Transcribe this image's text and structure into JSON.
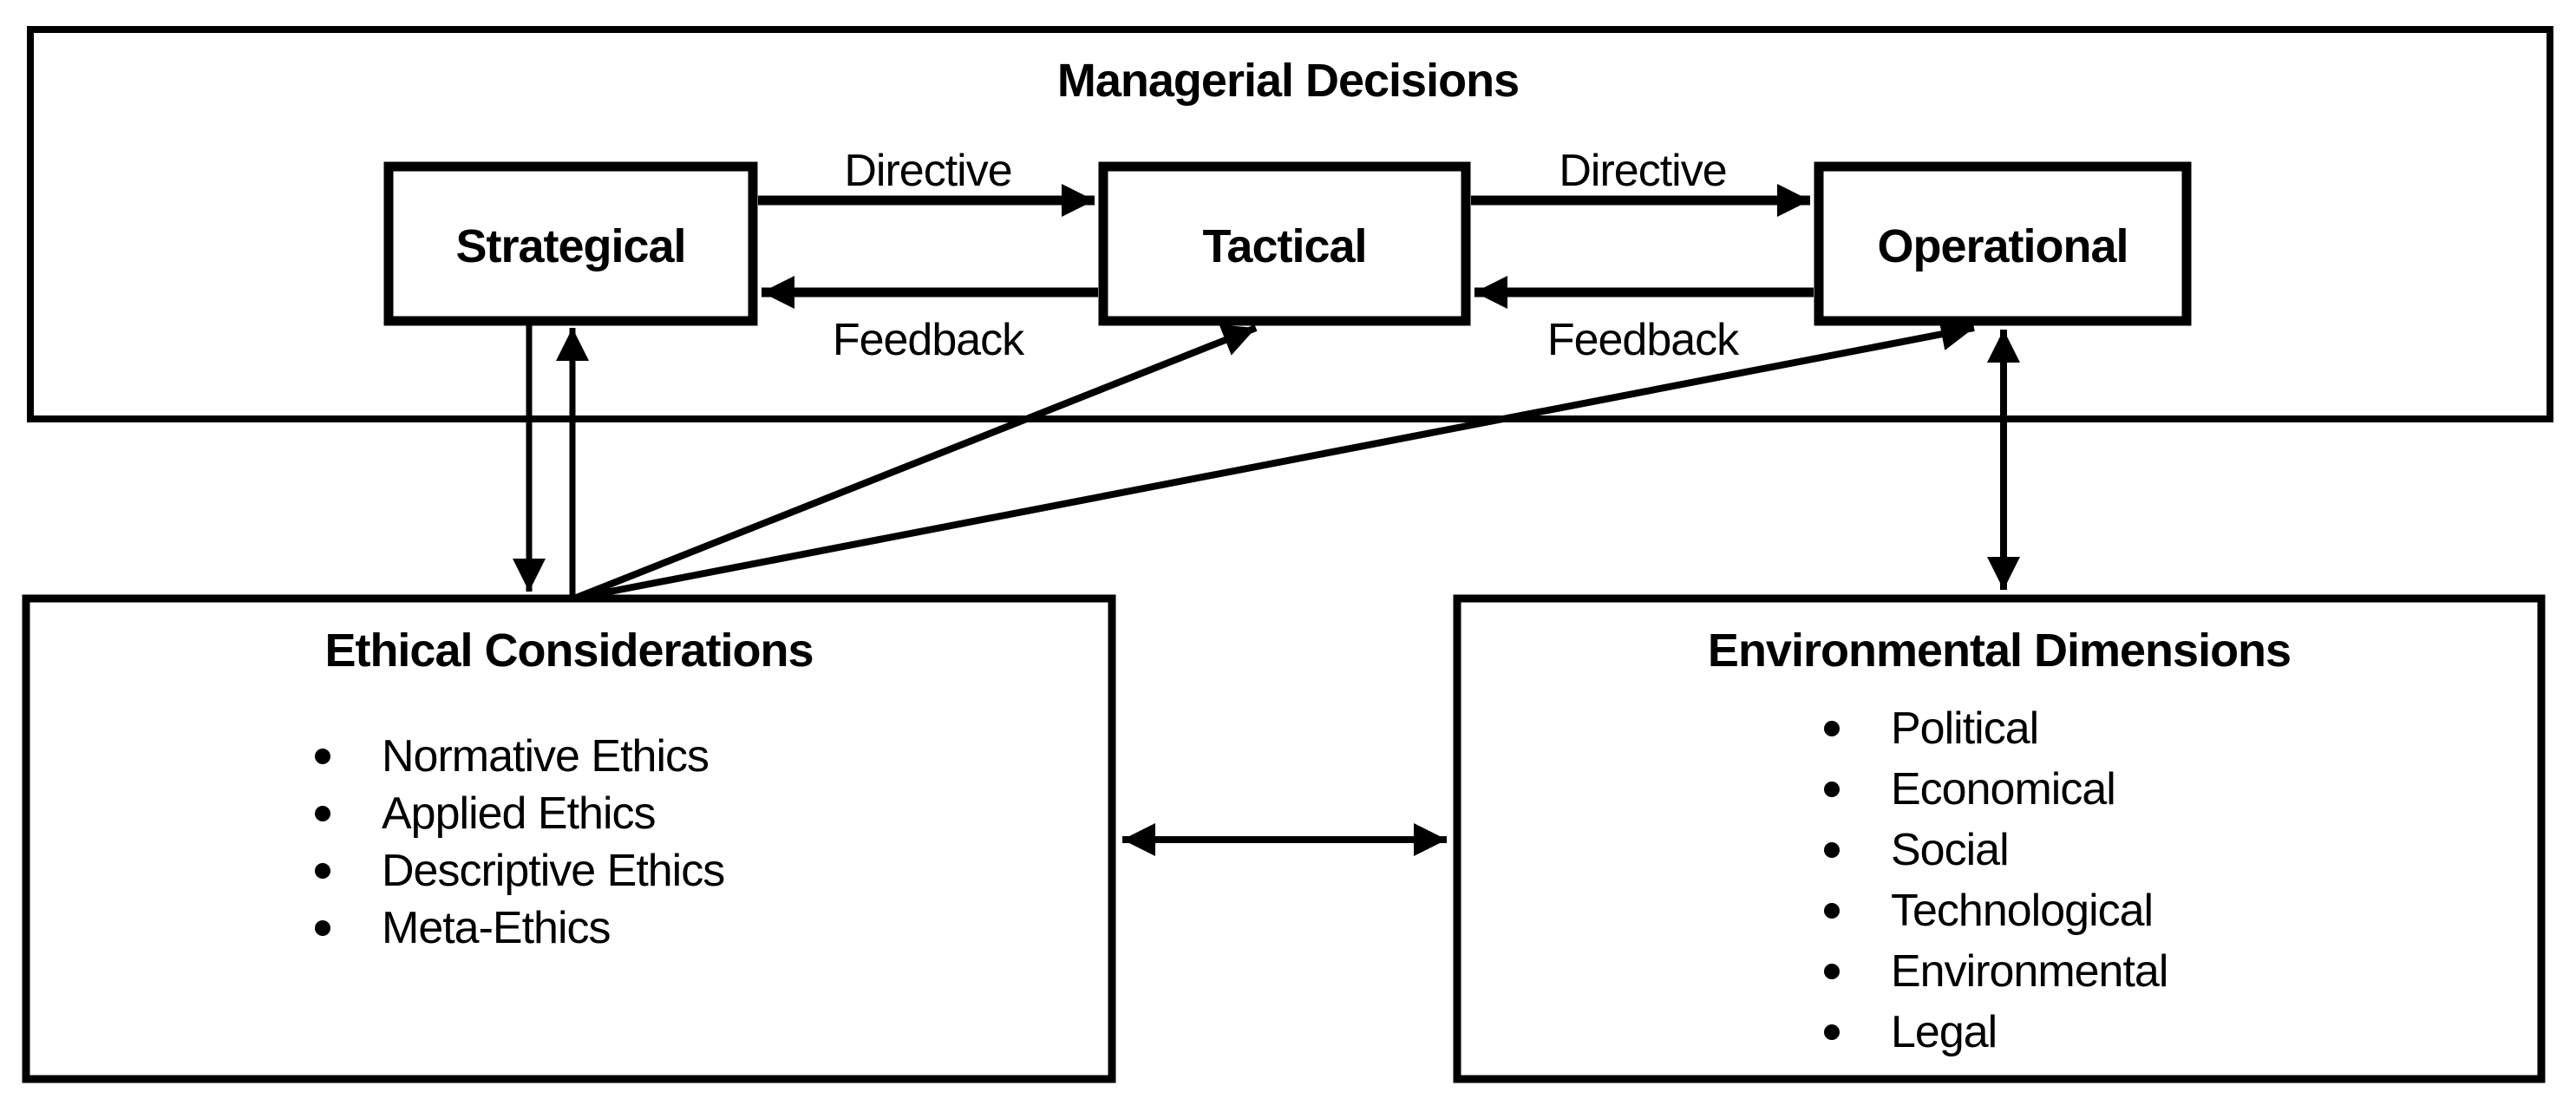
{
  "managerial": {
    "title": "Managerial Decisions",
    "boxes": [
      {
        "label": "Strategical"
      },
      {
        "label": "Tactical"
      },
      {
        "label": "Operational"
      }
    ],
    "flows": [
      {
        "label": "Directive"
      },
      {
        "label": "Directive"
      },
      {
        "label": "Feedback"
      },
      {
        "label": "Feedback"
      }
    ]
  },
  "ethical": {
    "title": "Ethical Considerations",
    "items": [
      "Normative Ethics",
      "Applied Ethics",
      "Descriptive Ethics",
      "Meta-Ethics"
    ]
  },
  "environmental": {
    "title": "Environmental Dimensions",
    "items": [
      "Political",
      "Economical",
      "Social",
      "Technological",
      "Environmental",
      "Legal"
    ]
  },
  "colors": {
    "line": "#000000",
    "text": "#000000",
    "background": "#ffffff"
  }
}
